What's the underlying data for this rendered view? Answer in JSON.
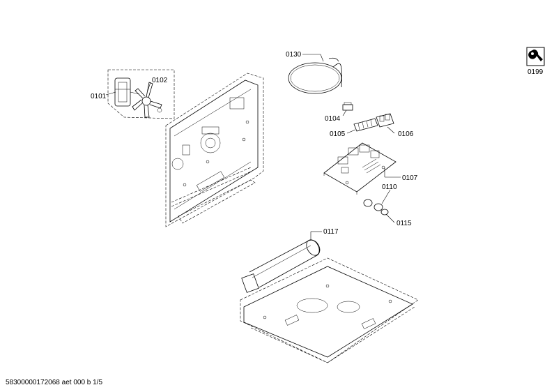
{
  "callouts": [
    {
      "id": "0101",
      "label": "0101"
    },
    {
      "id": "0102",
      "label": "0102"
    },
    {
      "id": "0130",
      "label": "0130"
    },
    {
      "id": "0104",
      "label": "0104"
    },
    {
      "id": "0105",
      "label": "0105"
    },
    {
      "id": "0106",
      "label": "0106"
    },
    {
      "id": "0107",
      "label": "0107"
    },
    {
      "id": "0110",
      "label": "0110"
    },
    {
      "id": "0115",
      "label": "0115"
    },
    {
      "id": "0117",
      "label": "0117"
    },
    {
      "id": "0199",
      "label": "0199"
    }
  ],
  "footer": {
    "text": "58300000172068 aet 000 b 1/5"
  },
  "icons": {
    "service": "wrench-icon"
  }
}
